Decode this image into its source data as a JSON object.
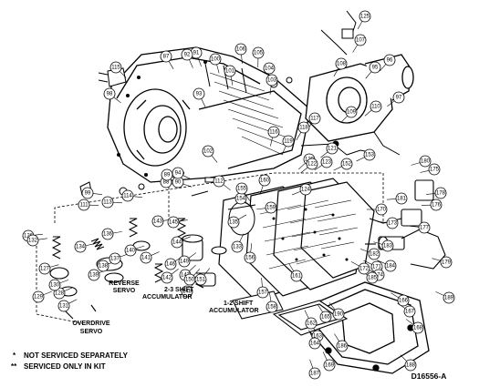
{
  "diagram_id": "D16556-A",
  "legend": [
    {
      "symbol": "*",
      "text": "NOT SERVICED SEPARATELY"
    },
    {
      "symbol": "**",
      "text": "SERVICED ONLY IN KIT"
    }
  ],
  "group_labels": [
    {
      "id": "reverse-servo",
      "lines": [
        "REVERSE",
        "SERVO"
      ]
    },
    {
      "id": "shift-accumulator-2-3",
      "lines": [
        "2-3 SHIFT",
        "ACCUMULATOR"
      ]
    },
    {
      "id": "shift-accumulator-1-2",
      "lines": [
        "1-2 SHIFT",
        "ACCUMULATOR"
      ]
    },
    {
      "id": "overdrive-servo",
      "lines": [
        "OVERDRIVE",
        "SERVO"
      ]
    }
  ],
  "callouts": [
    "87",
    "88",
    "89",
    "90",
    "91",
    "92",
    "93",
    "94",
    "95",
    "96",
    "97",
    "98",
    "99",
    "100",
    "101",
    "102",
    "103",
    "104",
    "105",
    "106",
    "107",
    "108",
    "109",
    "110",
    "111",
    "112",
    "113",
    "114",
    "115",
    "116",
    "117",
    "118",
    "119",
    "120",
    "121",
    "122",
    "123",
    "124",
    "125",
    "126",
    "127",
    "128",
    "129",
    "130",
    "131",
    "132",
    "133",
    "134",
    "135",
    "136",
    "137",
    "138",
    "139",
    "140",
    "141",
    "142",
    "143",
    "144",
    "145",
    "146",
    "147",
    "148",
    "149",
    "150",
    "151",
    "152",
    "153",
    "154",
    "155",
    "156",
    "157",
    "158",
    "159",
    "160",
    "161",
    "162",
    "163",
    "164",
    "165",
    "166",
    "167",
    "168",
    "169",
    "170",
    "171",
    "172",
    "173",
    "174",
    "175",
    "176",
    "177",
    "178",
    "179",
    "180",
    "181",
    "182",
    "183",
    "184",
    "185",
    "186",
    "187",
    "188",
    "189",
    "190"
  ]
}
